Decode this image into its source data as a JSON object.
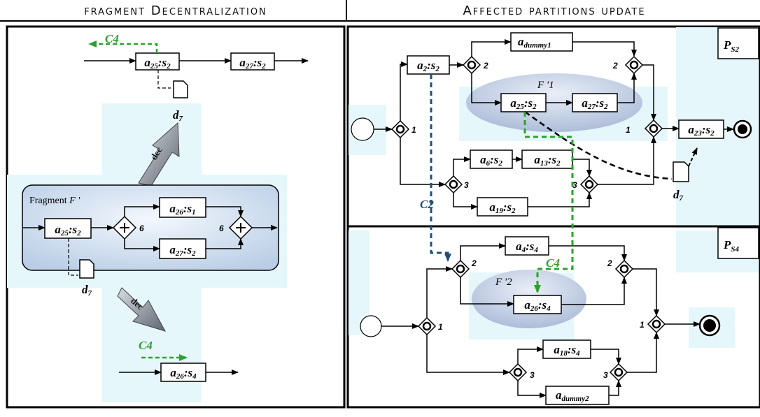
{
  "headers": {
    "left": "fragment Decentralization",
    "right": "Affected partitions update"
  },
  "left": {
    "fragment_label": "Fragment",
    "fragment_symbol": "F '",
    "dec_top": "dec",
    "dec_bottom": "dec",
    "a25s2": "a25:s2",
    "a26s1": "a26:s1",
    "a27s2": "a27:s2",
    "gw_split": "6",
    "gw_join": "6",
    "doc": "d7",
    "top_c4": "C4",
    "top_a25": "a25:s2",
    "top_a27": "a27:s2",
    "top_doc": "d7",
    "bottom_c4": "C4",
    "bottom_a26": "a26:s4"
  },
  "ps2": {
    "label": "PS2",
    "a2s2": "a2:s2",
    "a_dummy1": "adummy1",
    "fragment_symbol": "F '1",
    "a25s2": "a25:s2",
    "a27s2": "a27:s2",
    "a6s2": "a6:s2",
    "a13s2": "a13:s2",
    "a19s2": "a19:s2",
    "a23s2": "a23:s2",
    "doc": "d7",
    "gw": [
      "1",
      "2",
      "2",
      "1",
      "3",
      "3"
    ],
    "c2": "C2"
  },
  "ps4": {
    "label": "PS4",
    "a4s4": "a4:s4",
    "fragment_symbol": "F '2",
    "a26s4": "a26:s4",
    "a18s4": "a18:s4",
    "a_dummy2": "adummy2",
    "gw": [
      "1",
      "2",
      "2",
      "1",
      "3",
      "3"
    ],
    "c4": "C4"
  },
  "colors": {
    "c2_blue": "#1f4e79",
    "c4_green": "#2ea02e",
    "lane_cyan": "#e6f7fb",
    "fragment_fill": "#e3effa"
  }
}
